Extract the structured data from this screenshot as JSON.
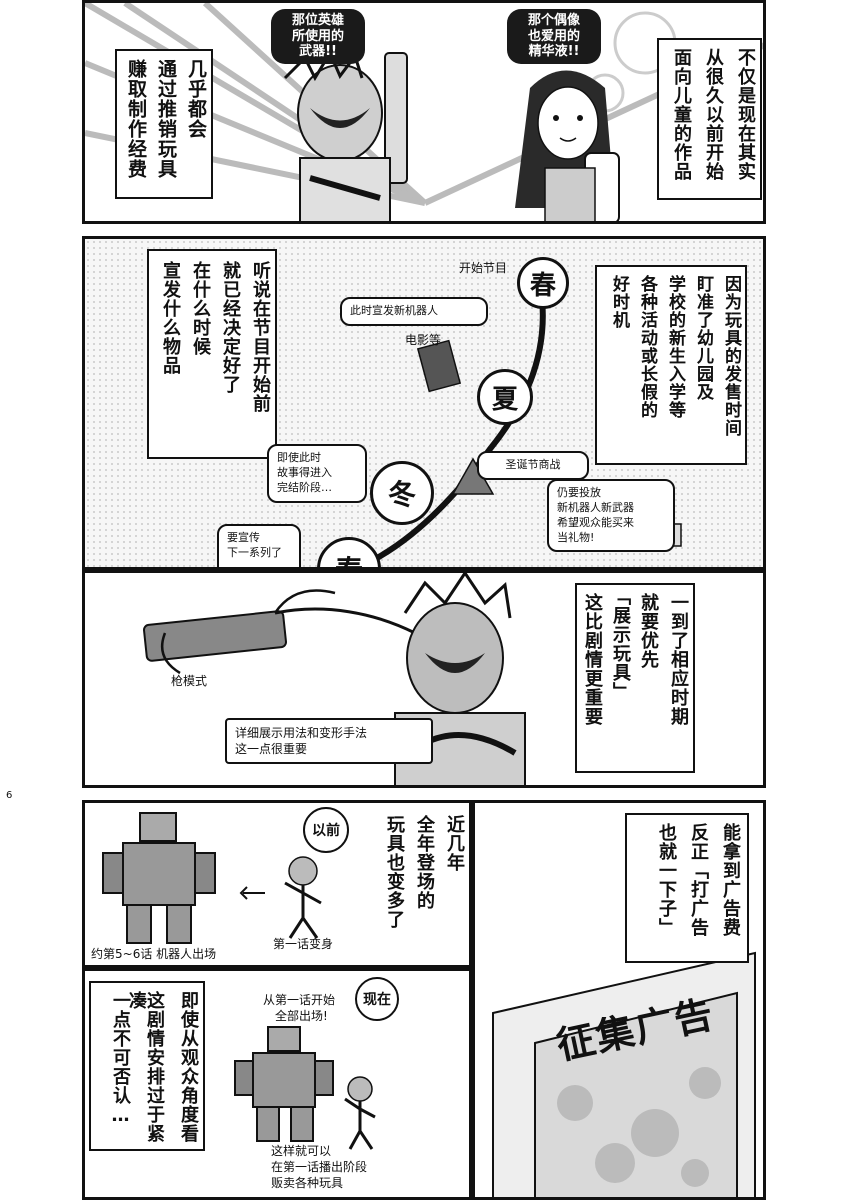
{
  "panel1": {
    "left_box": [
      "几乎都会",
      "通过推销玩具",
      "赚取制作经费"
    ],
    "hero_bubble": [
      "那位英雄",
      "所使用的",
      "武器!!"
    ],
    "idol_bubble": [
      "那个偶像",
      "也爱用的",
      "精华液!!"
    ],
    "right_box": [
      "不仅是现在其实",
      "从很久以前开始",
      "面向儿童的作品"
    ]
  },
  "panel2": {
    "left_box": [
      "听说在节目开始前",
      "就已经决定好了",
      "在什么时候",
      "宣发什么物品"
    ],
    "right_box": [
      "因为玩具的发售时间",
      "盯准了幼儿园及",
      "学校的新生入学等",
      "各种活动或长假的",
      "好时机"
    ],
    "timeline": {
      "start_label": "开始节目",
      "seasons": [
        "春",
        "夏",
        "冬",
        "春"
      ],
      "robot_note": "此时宣发新机器人",
      "movie_note": "电影等",
      "christmas_note": "圣诞节商战",
      "story_note": [
        "即使此时",
        "故事得进入",
        "完结阶段…"
      ],
      "gift_note": [
        "仍要投放",
        "新机器人新武器",
        "希望观众能买来",
        "当礼物!"
      ],
      "next_series_note": [
        "要宣传",
        "下一系列了~"
      ]
    }
  },
  "panel3": {
    "gun_mode": "枪模式",
    "caption": [
      "详细展示用法和变形手法",
      "这一点很重要"
    ],
    "right_box": [
      "一到了相应时期",
      "就要优先",
      "「展示玩具」",
      "这比剧情更重要"
    ]
  },
  "page_number": "6",
  "panel4": {
    "before_badge": "以前",
    "center_box": [
      "近几年",
      "全年登场的",
      "玩具也变多了"
    ],
    "robot_caption": "约第5~6话 机器人出场",
    "transform_caption": "第一话变身"
  },
  "panel5": {
    "left_box": [
      "即使从观众角度看",
      "这剧情安排过于紧凑",
      "一点不可否认…"
    ],
    "now_badge": "现在",
    "all_appear_note": [
      "从第一话开始",
      "全部出场!"
    ],
    "sell_note": [
      "这样就可以",
      "在第一话播出阶段",
      "贩卖各种玩具"
    ]
  },
  "panel6": {
    "right_box": [
      "能拿到广告费",
      "反正「打广告",
      "也就一下子」"
    ],
    "billboard": "征集广告"
  }
}
